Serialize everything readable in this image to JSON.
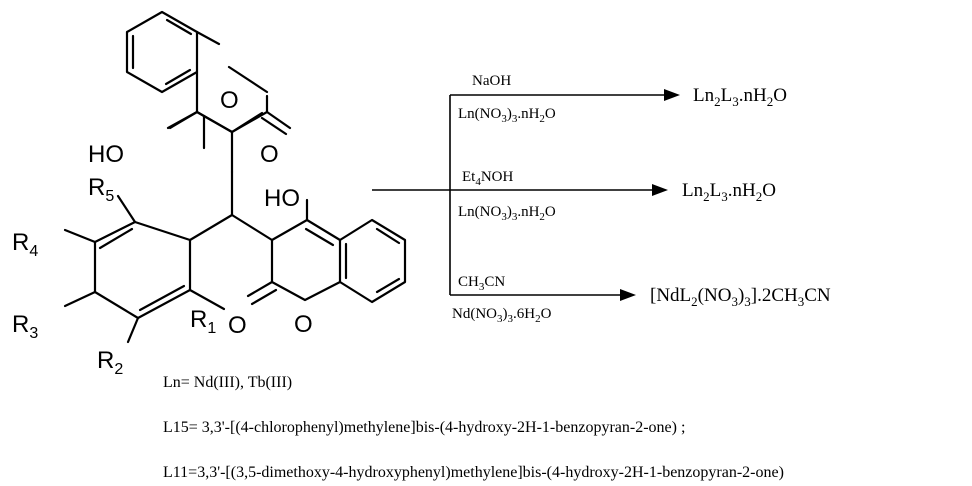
{
  "structure": {
    "atoms": {
      "o_ring1": "O",
      "o_carbonyl1": "O",
      "ho1": "HO",
      "ho2": "HO",
      "o_ring2": "O",
      "o_carbonyl2": "O",
      "r1": {
        "main": "R",
        "sub": "1"
      },
      "r2": {
        "main": "R",
        "sub": "2"
      },
      "r3": {
        "main": "R",
        "sub": "3"
      },
      "r4": {
        "main": "R",
        "sub": "4"
      },
      "r5": {
        "main": "R",
        "sub": "5"
      }
    }
  },
  "reactions": [
    {
      "above": {
        "p1": "NaOH"
      },
      "below": {
        "p1": "Ln(NO",
        "s1": "3",
        "p2": ")",
        "s2": "3",
        "p3": ".nH",
        "s3": "2",
        "p4": "O"
      },
      "product": {
        "p1": "Ln",
        "s1": "2",
        "p2": "L",
        "s2": "3",
        "p3": ".nH",
        "s3": "2",
        "p4": "O"
      }
    },
    {
      "above": {
        "p1": "Et",
        "s1": "4",
        "p2": "NOH"
      },
      "below": {
        "p1": "Ln(NO",
        "s1": "3",
        "p2": ")",
        "s2": "3",
        "p3": ".nH",
        "s3": "2",
        "p4": "O"
      },
      "product": {
        "p1": "Ln",
        "s1": "2",
        "p2": "L",
        "s2": "3",
        "p3": ".nH",
        "s3": "2",
        "p4": "O"
      }
    },
    {
      "above": {
        "p1": "CH",
        "s1": "3",
        "p2": "CN"
      },
      "below": {
        "p1": "Nd(NO",
        "s1": "3",
        "p2": ")",
        "s2": "3",
        "p3": ".6H",
        "s3": "2",
        "p4": "O"
      },
      "product": {
        "p1": "[NdL",
        "s1": "2",
        "p2": "(NO",
        "s2": "3",
        "p3": ")",
        "s3": "3",
        "p4": "].2CH",
        "s4": "3",
        "p5": "CN"
      }
    }
  ],
  "notes": {
    "ln": "Ln= Nd(III), Tb(III)",
    "l15": "L15= 3,3'-[(4-chlorophenyl)methylene]bis-(4-hydroxy-2H-1-benzopyran-2-one) ;",
    "l11": "L11=3,3'-[(3,5-dimethoxy-4-hydroxyphenyl)methylene]bis-(4-hydroxy-2H-1-benzopyran-2-one)"
  }
}
